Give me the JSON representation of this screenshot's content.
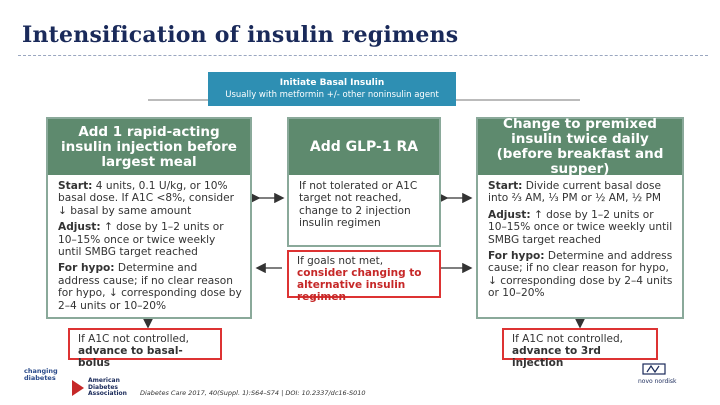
{
  "title": "Intensification of insulin regimens",
  "top_box": {
    "line1": "Initiate Basal Insulin",
    "line2": "Usually with metformin +/- other noninsulin agent"
  },
  "columns": [
    {
      "header": "Add 1 rapid-acting insulin injection before largest meal",
      "start_label": "Start:",
      "start_text": "4 units, 0.1 U/kg, or 10% basal dose. If A1C <8%, consider ↓ basal by same amount",
      "adjust_label": "Adjust:",
      "adjust_text": "↑ dose by 1–2 units or 10–15% once or twice weekly until SMBG target reached",
      "hypo_label": "For hypo:",
      "hypo_text": "Determine and address cause; if no clear reason for hypo, ↓ corresponding dose by 2–4 units or 10–20%"
    },
    {
      "header": "Add GLP-1 RA",
      "body_text": "If not tolerated or A1C target not reached, change to 2 injection insulin regimen"
    },
    {
      "header": "Change to premixed insulin twice daily (before breakfast and supper)",
      "start_label": "Start:",
      "start_text": "Divide current basal dose into ⅔ AM, ⅓ PM or ½ AM, ½ PM",
      "adjust_label": "Adjust:",
      "adjust_text": "↑ dose by 1–2 units or 10–15% once or twice weekly until SMBG target reached",
      "hypo_label": "For hypo:",
      "hypo_text": "Determine and address cause; if no clear reason for hypo, ↓ corresponding dose by 2–4 units or 10–20%"
    }
  ],
  "middle_red": {
    "prefix": "If goals not met,",
    "emphasis": "consider changing to alternative insulin regimen"
  },
  "left_red": {
    "line1": "If A1C not controlled,",
    "line2": "advance to basal-bolus"
  },
  "right_red": {
    "line1": "If A1C not controlled,",
    "line2": "advance to 3rd injection"
  },
  "citation": "Diabetes Care 2017, 40(Suppl. 1):S64–S74 | DOI: 10.2337/dc16-S010",
  "logos": {
    "changing_diabetes": "changing diabetes",
    "ada": [
      "American",
      "Diabetes",
      "Association"
    ],
    "novo": "novo nordisk"
  },
  "colors": {
    "header_green": "#5e8a6e",
    "border_green": "#8aa99a",
    "top_blue": "#2e8fb3",
    "red": "#d33333",
    "title_navy": "#1a2a5a"
  }
}
